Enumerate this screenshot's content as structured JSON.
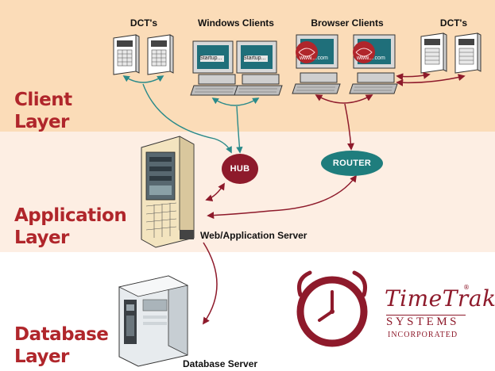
{
  "layers": {
    "client": {
      "line1": "Client",
      "line2": "Layer"
    },
    "application": {
      "line1": "Application",
      "line2": "Layer"
    },
    "database": {
      "line1": "Database",
      "line2": "Layer"
    }
  },
  "groups": {
    "dct_left": "DCT's",
    "windows_clients": "Windows Clients",
    "browser_clients": "Browser Clients",
    "dct_right": "DCT's"
  },
  "screen_labels": {
    "windows": "Startup...",
    "browser": "www....com"
  },
  "nodes": {
    "hub": "HUB",
    "router": "ROUTER"
  },
  "servers": {
    "web": "Web/Application Server",
    "database": "Database Server"
  },
  "brand": {
    "name": "TimeTrak",
    "registered": "®",
    "line1": "SYSTEMS",
    "line2": "INCORPORATED"
  },
  "colors": {
    "client_band": "#fbdcb8",
    "application_band": "#fdeee3",
    "label_red": "#b0262b",
    "hub": "#8e1a2b",
    "router": "#1f7d7d",
    "teal_links": "#2a8a8a",
    "red_links": "#8e1a2b"
  }
}
